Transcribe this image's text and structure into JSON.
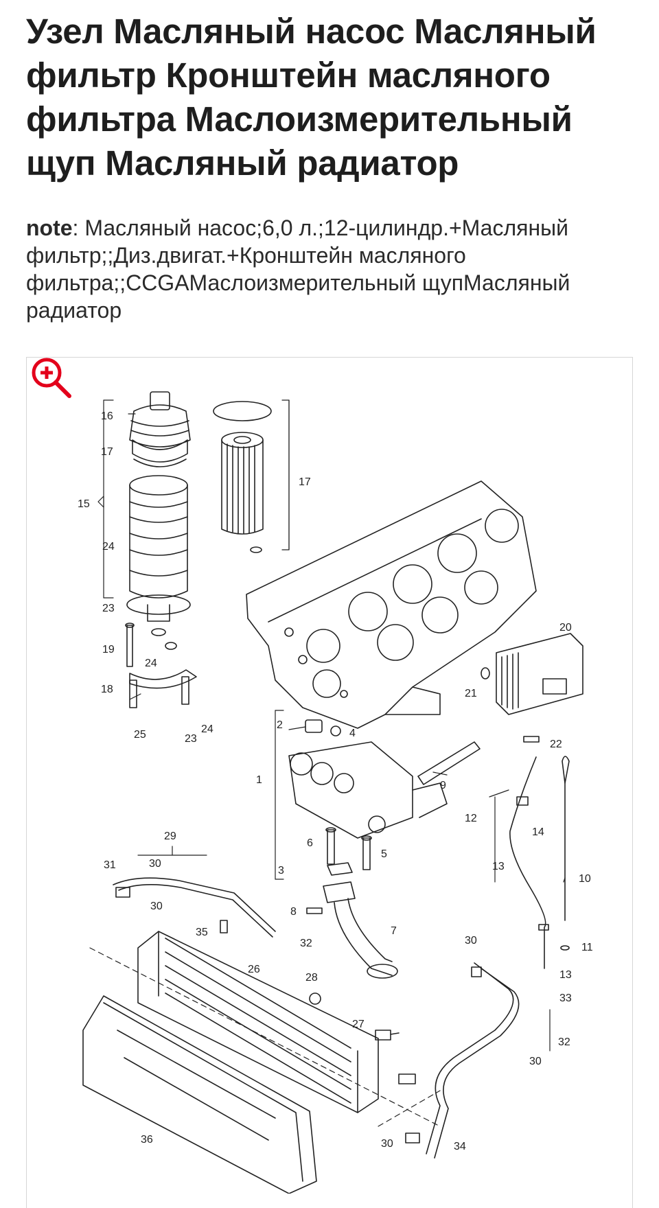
{
  "page": {
    "title": "Узел Масляный насос Масляный фильтр Кронштейн масляного фильтра Маслоизмерительный щуп Масляный радиатор",
    "note_label": "note",
    "note_text": ": Масляный насос;6,0 л.;12-цилиндр.+Масляный фильтр;;Диз.двигат.+Кронштейн масляного фильтра;;CCGAМаслоизмерительный щупМасляный радиатор"
  },
  "zoom": {
    "icon": "zoom-in-icon",
    "color": "#e3001b"
  },
  "diagram": {
    "callouts": {
      "c16": "16",
      "c17a": "17",
      "c15": "15",
      "c24a": "24",
      "c23a": "23",
      "c19": "19",
      "c24b": "24",
      "c18": "18",
      "c17b": "17",
      "c25": "25",
      "c23b": "23",
      "c24c": "24",
      "c2": "2",
      "c4": "4",
      "c1": "1",
      "c9": "9",
      "c6": "6",
      "c5": "5",
      "c3": "3",
      "c8": "8",
      "c7": "7",
      "c20": "20",
      "c21": "21",
      "c22": "22",
      "c12": "12",
      "c14": "14",
      "c13a": "13",
      "c10": "10",
      "c11": "11",
      "c13b": "13",
      "c29": "29",
      "c30a": "30",
      "c31": "31",
      "c30b": "30",
      "c35": "35",
      "c32a": "32",
      "c26": "26",
      "c28": "28",
      "c27": "27",
      "c36": "36",
      "c30c": "30",
      "c33": "33",
      "c32b": "32",
      "c30d": "30",
      "c30e": "30",
      "c34": "34"
    }
  }
}
